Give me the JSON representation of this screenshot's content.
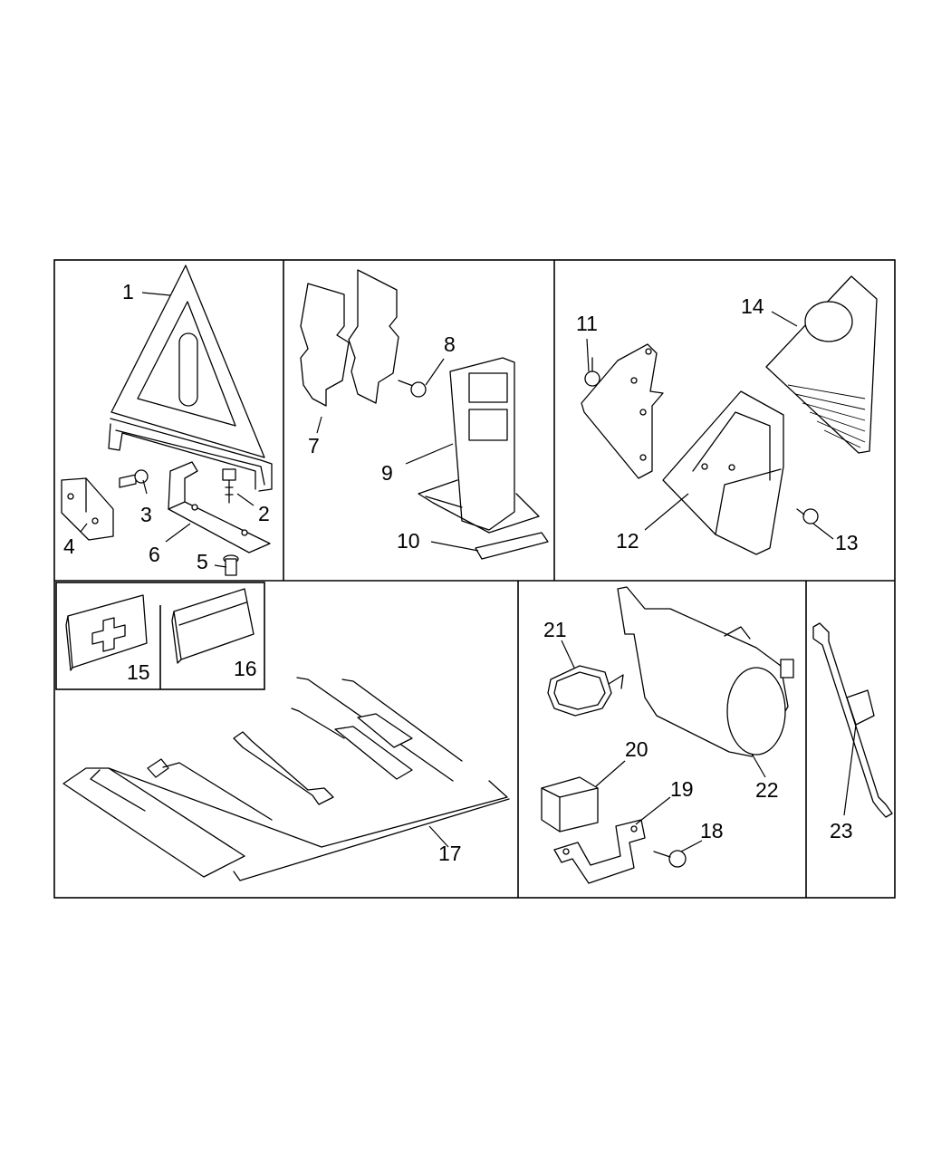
{
  "callouts": {
    "c1": "1",
    "c2": "2",
    "c3": "3",
    "c4": "4",
    "c5": "5",
    "c6": "6",
    "c7": "7",
    "c8": "8",
    "c9": "9",
    "c10": "10",
    "c11": "11",
    "c12": "12",
    "c13": "13",
    "c14": "14",
    "c15": "15",
    "c16": "16",
    "c17": "17",
    "c18": "18",
    "c19": "19",
    "c20": "20",
    "c21": "21",
    "c22": "22",
    "c23": "23"
  }
}
